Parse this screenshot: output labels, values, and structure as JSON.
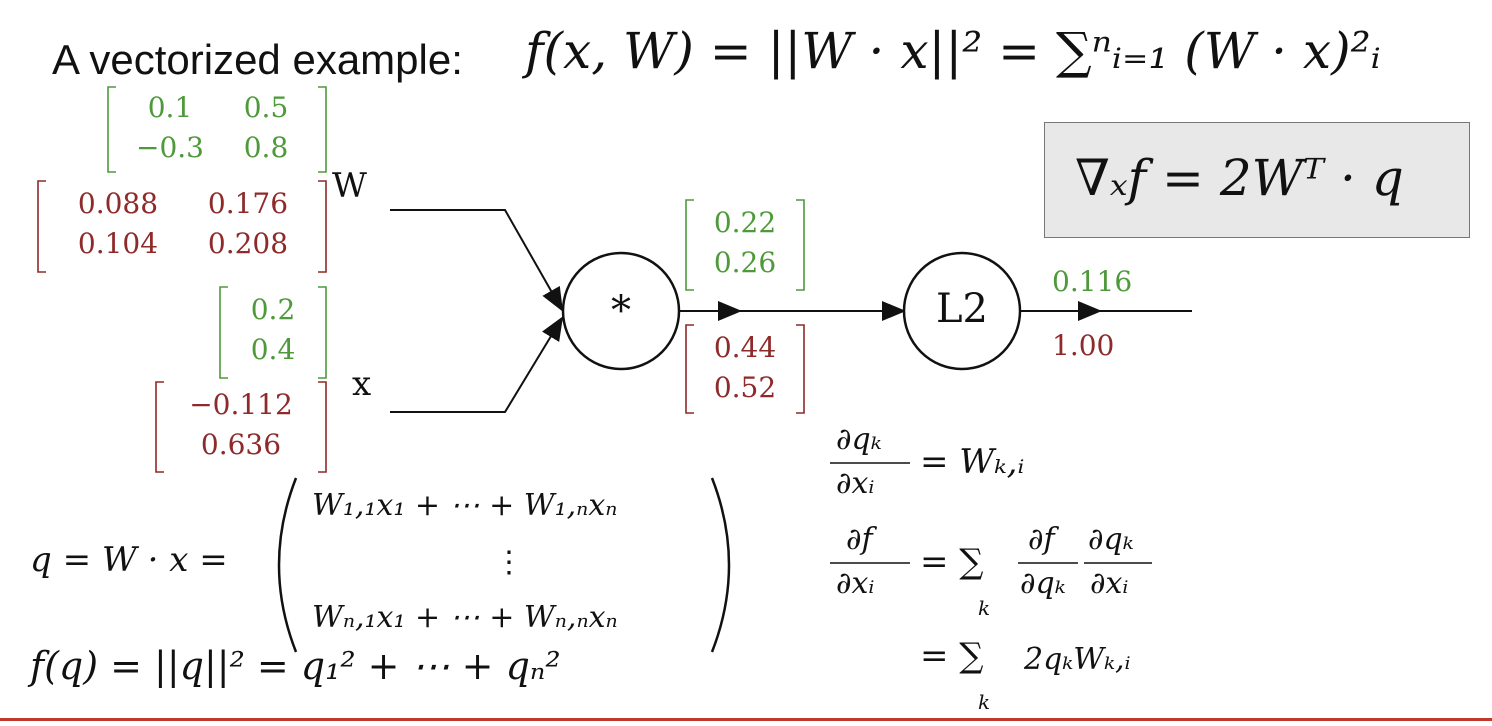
{
  "title": {
    "text": "A vectorized example:",
    "equation": "f(x, W) = ||W · x||² = ∑ⁿᵢ₌₁ (W · x)²ᵢ"
  },
  "gradient_box": "∇ₓf = 2Wᵀ · q",
  "inputs": {
    "W_label": "W",
    "x_label": "x",
    "W_value": [
      [
        "0.1",
        "0.5"
      ],
      [
        "−0.3",
        "0.8"
      ]
    ],
    "W_grad": [
      [
        "0.088",
        "0.176"
      ],
      [
        "0.104",
        "0.208"
      ]
    ],
    "x_value": [
      "0.2",
      "0.4"
    ],
    "x_grad": [
      "−0.112",
      "0.636"
    ]
  },
  "nodes": {
    "mult_label": "*",
    "l2_label": "L2"
  },
  "q_value": [
    "0.22",
    "0.26"
  ],
  "q_grad": [
    "0.44",
    "0.52"
  ],
  "output": {
    "value": "0.116",
    "grad": "1.00"
  },
  "equations": {
    "q_def_lhs": "q = W · x =",
    "q_row1": "W₁,₁x₁ + ⋯ + W₁,ₙxₙ",
    "q_dots": "⋮",
    "q_rown": "Wₙ,₁x₁ + ⋯ + Wₙ,ₙxₙ",
    "f_def": "f(q) = ||q||² = q₁² + ⋯ + qₙ²",
    "dq_dx_num": "∂qₖ",
    "dq_dx_den": "∂xᵢ",
    "dq_dx_rhs": "= Wₖ,ᵢ",
    "df_dx_num": "∂f",
    "df_dx_den": "∂xᵢ",
    "chain_eq": "= ∑",
    "chain_sub": "k",
    "chain_t1_num": "∂f",
    "chain_t1_den": "∂qₖ",
    "chain_t2_num": "∂qₖ",
    "chain_t2_den": "∂xᵢ",
    "final_eq": "= ∑",
    "final_sub": "k",
    "final_term": "2qₖWₖ,ᵢ"
  },
  "colors": {
    "forward": "#4e9a3a",
    "backward": "#8e2a2a",
    "box_bg": "#e8e8e8"
  }
}
